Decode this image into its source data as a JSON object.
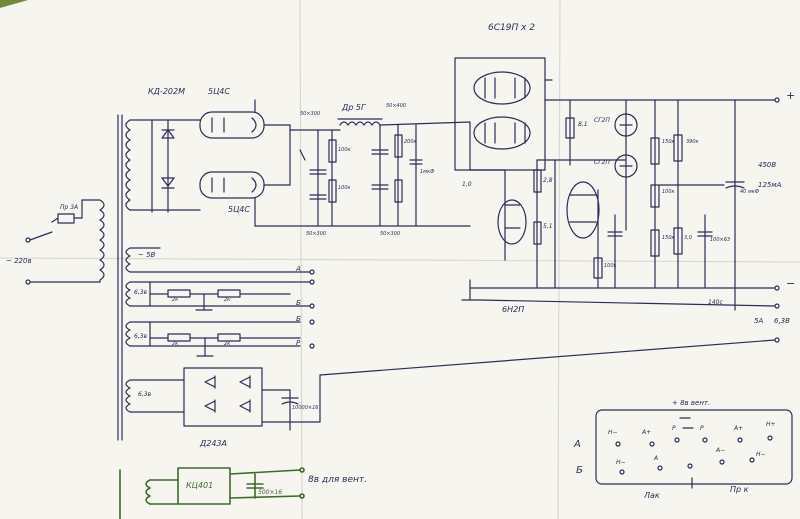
{
  "labels": {
    "tube_title": "6С19П х 2",
    "rectifier_diode": "КД-202М",
    "bridge_tube_top": "5Ц4С",
    "bridge_tube_bottom": "5Ц4С",
    "choke": "Др 5Г",
    "cap_left_top": "50×300",
    "cap_left_bottom": "50×300",
    "cap_mid": "50×300",
    "cap_mid_top": "50×400",
    "r_100k_a": "100к",
    "r_100k_b": "100к",
    "r_200k": "200к",
    "r_10": "1,0",
    "cap_1mkf": "1мкФ",
    "stab_top": "СГ2П",
    "stab_bottom": "СГ2П",
    "r_150k": "150к",
    "r_390k": "390к",
    "r_8_1": "8,1",
    "r_2_8": "2,8",
    "r_5_1": "5,1",
    "r_100k_c": "100к",
    "r_150k_b": "150к",
    "r_3_0": "3,0",
    "r_100k_d": "100к",
    "cap_100_63": "100×63",
    "output_tube": "6Н2П",
    "output_cap": "40 мкФ",
    "v_450": "450В",
    "ma_125": "125мА",
    "plus_top": "+",
    "minus_mid": "−",
    "terminal_bottom": "140с",
    "tap_5a": "5А",
    "tap_6v3_right": "6,3В",
    "transformer_label": "Пр 3А",
    "mains_label": "~ 220в",
    "secondary_5v": "~ 5В",
    "secondary_6v3_a": "6,3в",
    "secondary_6v3_b": "6,3в",
    "secondary_6v3_c": "6,3в",
    "r_2k_a": "2к",
    "r_2k_b": "2к",
    "r_2k_c": "2к",
    "r_2k_d": "2к",
    "out_a": "А",
    "out_b": "Б",
    "out_b2": "Б",
    "out_r": "Р",
    "diode_bridge": "Д243А",
    "filter_cap": "10000×16",
    "regulator_chip": "КЦ401",
    "regulator_cap": "500×16",
    "regulator_note": "8в для вент.",
    "fan_note": "+ 8в вент.",
    "connector_row_a": "А",
    "connector_row_b": "Б",
    "conn_hminus_a": "Н−",
    "conn_aplus_a": "А+",
    "conn_p_a": "Р",
    "conn_p_b": "Р",
    "conn_aplus_b": "А+",
    "conn_hplus": "Н+",
    "conn_hminus_b": "Н−",
    "conn_a_b": "А",
    "conn_aminus": "А−",
    "conn_hminus_c": "Н−",
    "conn_lak": "Лак",
    "conn_prk": "Пр к"
  },
  "colors": {
    "paper": "#f6f5f0",
    "ink": "#2a2d57",
    "green_ink": "#3e6b2c"
  }
}
